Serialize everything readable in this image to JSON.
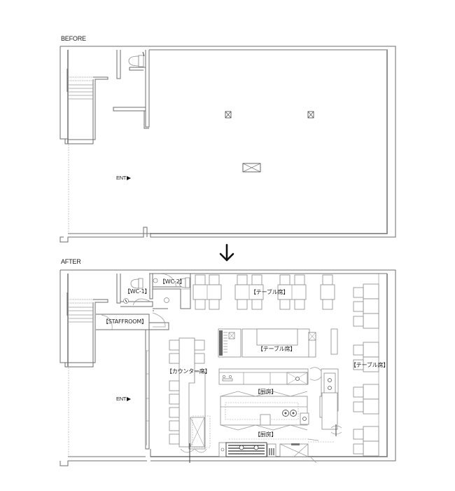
{
  "before": {
    "title": "BEFORE",
    "entrance_label": "ENT",
    "fixtures": [
      "toilet",
      "stairs",
      "ceiling-vent-small",
      "ceiling-vent-small",
      "ceiling-vent-large"
    ]
  },
  "arrow": {
    "direction": "down",
    "glyph": "down-arrow"
  },
  "after": {
    "title": "AFTER",
    "entrance_label": "ENT",
    "rooms": {
      "wc1": "【WC-1】",
      "wc2": "【WC-2】",
      "staffroom": "【STAFFROOM】",
      "table_top": "【テーブル席】",
      "table_center": "【テーブル席】",
      "table_right": "【テーブル席】",
      "counter": "【カウンター席】",
      "kitchen_upper": "【厨房】",
      "kitchen_lower": "【厨房】"
    }
  },
  "colors": {
    "wall": "#6e6e6e",
    "wall_shadow": "#b8b8b8",
    "fixture": "#8a8a8a",
    "text": "#222222",
    "background": "#ffffff"
  }
}
